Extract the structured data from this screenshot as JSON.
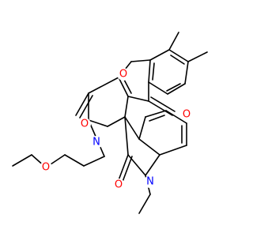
{
  "colors": {
    "background": "#ffffff",
    "bond": "#000000",
    "oxygen": "#ff0000",
    "nitrogen": "#0000ff"
  },
  "atoms": {
    "ring_oxygen": "O",
    "keto_oxygen_chromone": "O",
    "keto_oxygen_lactam": "O",
    "keto_oxygen_oxindole": "O",
    "ether_oxygen": "O",
    "nitrogen_pyrrolidinone": "N",
    "nitrogen_indolinone": "N"
  }
}
